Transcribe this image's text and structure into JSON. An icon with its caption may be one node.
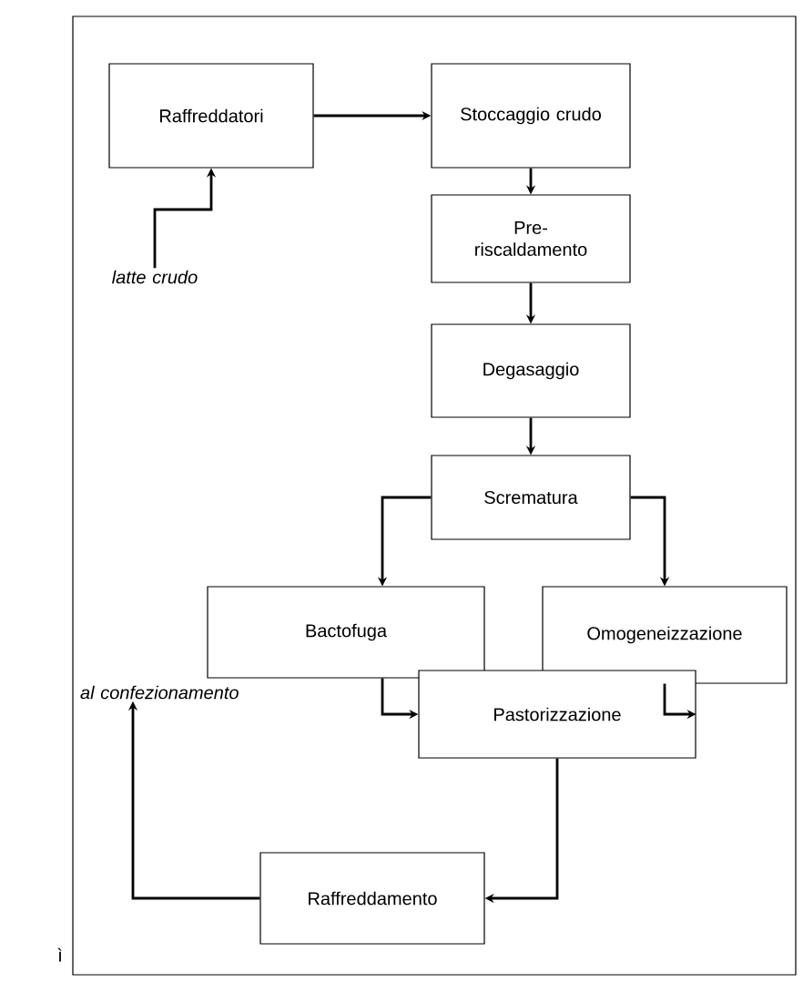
{
  "diagram": {
    "nodes": [
      {
        "text": [
          "Raffreddatori"
        ]
      },
      {
        "text": [
          "Stoccaggio crudo"
        ]
      },
      {
        "text": [
          "Pre- riscaldamento"
        ]
      },
      {
        "text": [
          "Degasaggio"
        ]
      },
      {
        "text": [
          "Scrematura"
        ]
      },
      {
        "text": [
          "Bactofuga"
        ]
      },
      {
        "text": [
          "Omogeneizzazione"
        ]
      },
      {
        "text": [
          "Pastorizzazione"
        ]
      },
      {
        "text": [
          "Raffreddamento"
        ]
      },
      {
        "text": [
          "latte crudo"
        ]
      },
      {
        "text": [
          "al confezionamento"
        ]
      }
    ],
    "edges": [
      {
        "from": 0,
        "to": 1,
        "arrow": "to"
      },
      {
        "from": 9,
        "to": 0,
        "arrow": "to"
      },
      {
        "from": 1,
        "to": 2,
        "arrow": "to"
      },
      {
        "from": 2,
        "to": 3,
        "arrow": "to"
      },
      {
        "from": 3,
        "to": 4,
        "arrow": "to"
      },
      {
        "from": 4,
        "to": 5,
        "arrow": "to"
      },
      {
        "from": 4,
        "to": 6,
        "arrow": "to"
      },
      {
        "from": 5,
        "to": 7,
        "arrow": "to"
      },
      {
        "from": 6,
        "to": 7,
        "arrow": "to"
      },
      {
        "from": 7,
        "to": 8,
        "arrow": "to"
      },
      {
        "from": 8,
        "to": 10,
        "arrow": "to"
      }
    ],
    "labels": [
      "ì"
    ]
  }
}
